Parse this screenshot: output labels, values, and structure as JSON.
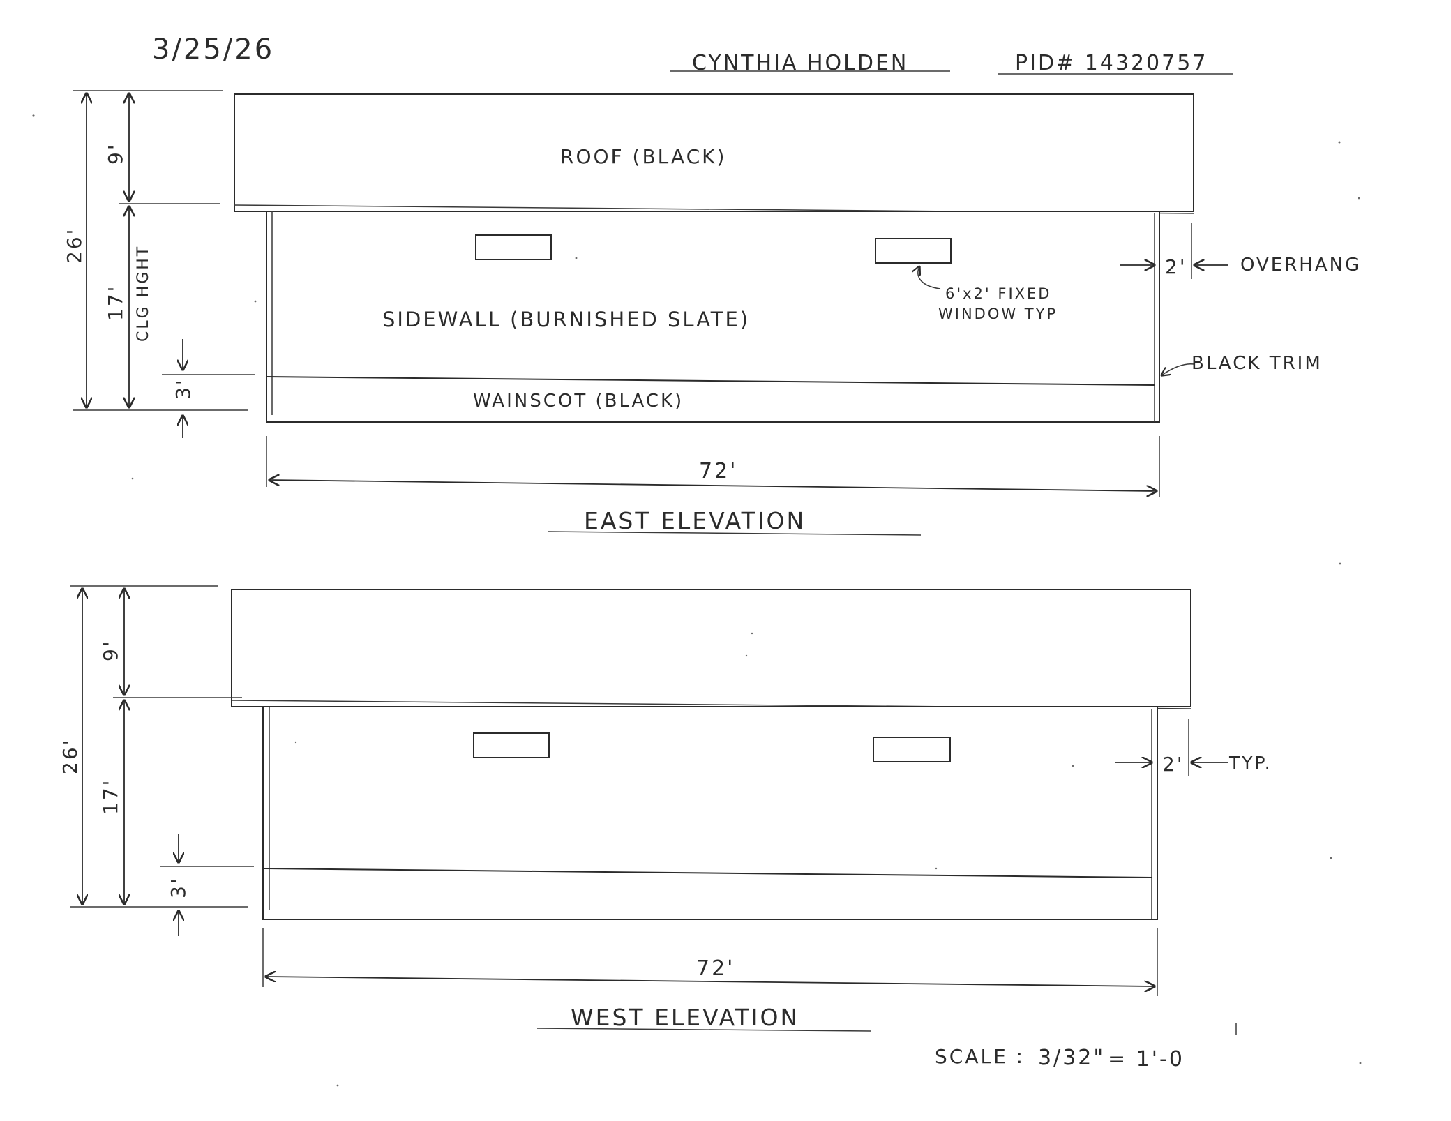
{
  "header": {
    "date": "3/25/26",
    "owner": "CYNTHIA HOLDEN",
    "pid": "PID# 14320757"
  },
  "east": {
    "title": "EAST ELEVATION",
    "roof_label": "ROOF (BLACK)",
    "sidewall_label": "SIDEWALL (BURNISHED SLATE)",
    "wainscot_label": "WAINSCOT (BLACK)",
    "window_note_line1": "6'x2' FIXED",
    "window_note_line2": "WINDOW TYP",
    "overhang_dim": "2'",
    "overhang_label": "OVERHANG",
    "trim_label": "BLACK TRIM",
    "total_height": "26'",
    "roof_height": "9'",
    "wall_height": "17'",
    "ceiling_label": "CLG HGHT",
    "wainscot_height": "3'",
    "width": "72'"
  },
  "west": {
    "title": "WEST ELEVATION",
    "overhang_dim": "2'",
    "overhang_label": "TYP.",
    "total_height": "26'",
    "roof_height": "9'",
    "wall_height": "17'",
    "wainscot_height": "3'",
    "width": "72'"
  },
  "scale": {
    "label": "SCALE :",
    "fraction": "3/32\"",
    "equals": "= 1'-0"
  }
}
